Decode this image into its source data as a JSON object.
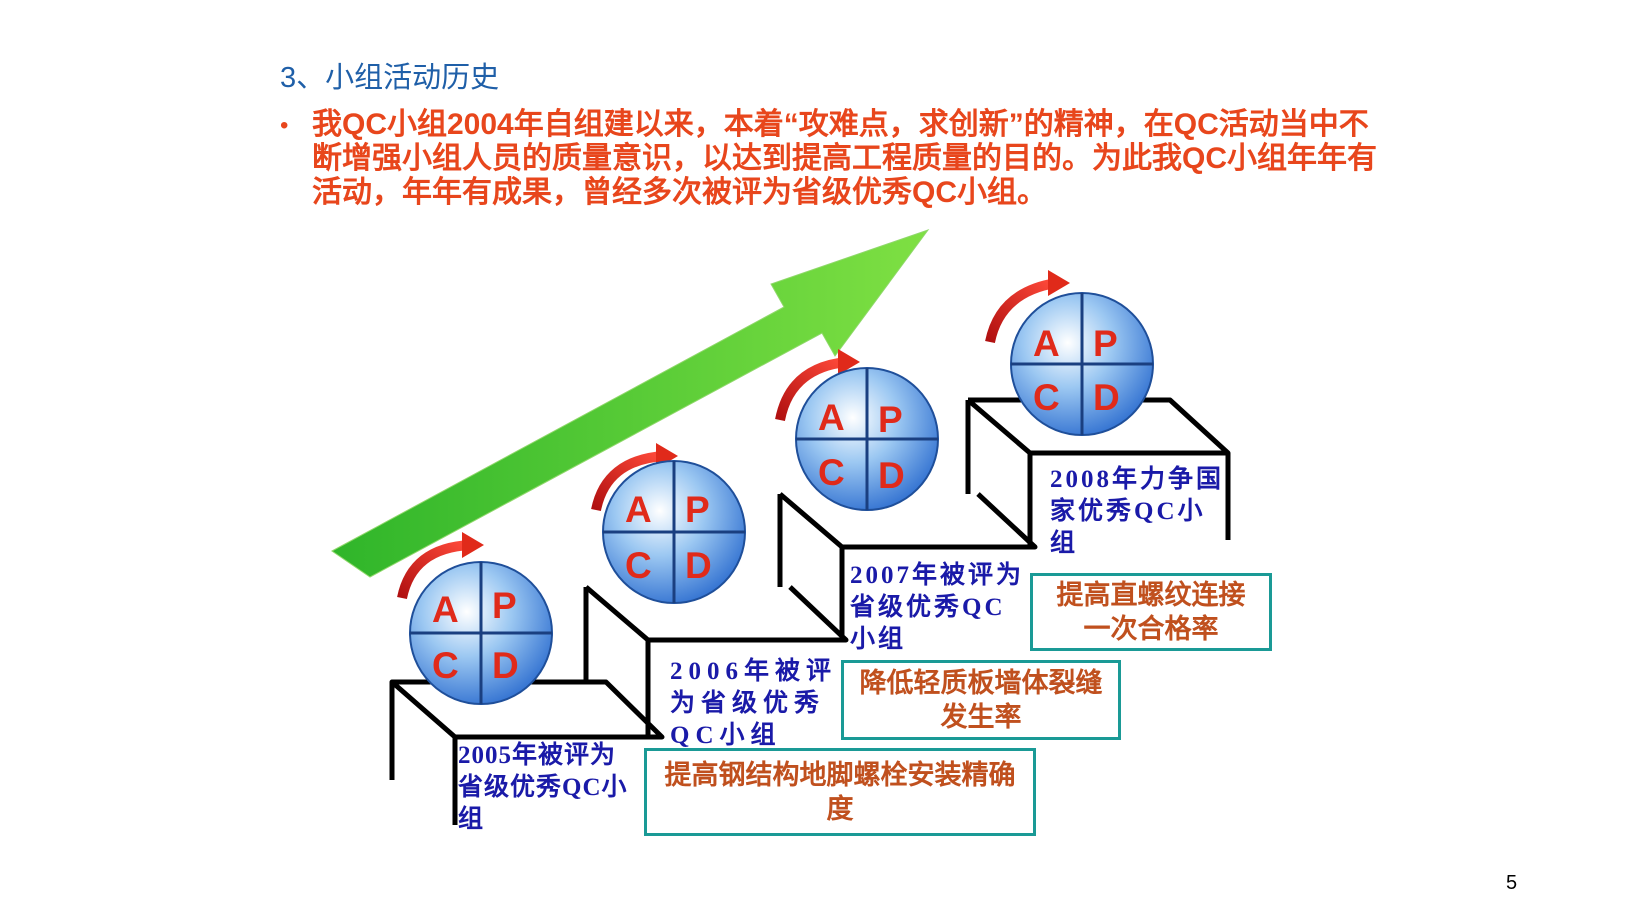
{
  "heading": "3、小组活动历史",
  "bullet": {
    "marker": "•",
    "text": "我QC小组2004年自组建以来，本着“攻难点，求创新”的精神，在QC活动当中不断增强小组人员的质量意识，以达到提高工程质量的目的。为此我QC小组年年有活动，年年有成果，曾经多次被评为省级优秀QC小组。"
  },
  "pdca_letters": {
    "a": "A",
    "p": "P",
    "c": "C",
    "d": "D"
  },
  "steps": [
    {
      "label": "2005年被评为省级优秀QC小组"
    },
    {
      "label": "2006年被评为省级优秀QC小组"
    },
    {
      "label": "2007年被评为省级优秀QC小组"
    },
    {
      "label": "2008年力争国家优秀QC小组"
    }
  ],
  "boxes": [
    {
      "text": "提高钢结构地脚螺栓安装精确度"
    },
    {
      "text": "降低轻质板墙体裂缝发生率"
    },
    {
      "text": "提高直螺纹连接一次合格率"
    }
  ],
  "page_number": "5",
  "colors": {
    "accent_red": "#e8461c",
    "heading_blue": "#1f5fa8",
    "arrow_green": "#3bbf2a",
    "box_border": "#1a9a96"
  }
}
